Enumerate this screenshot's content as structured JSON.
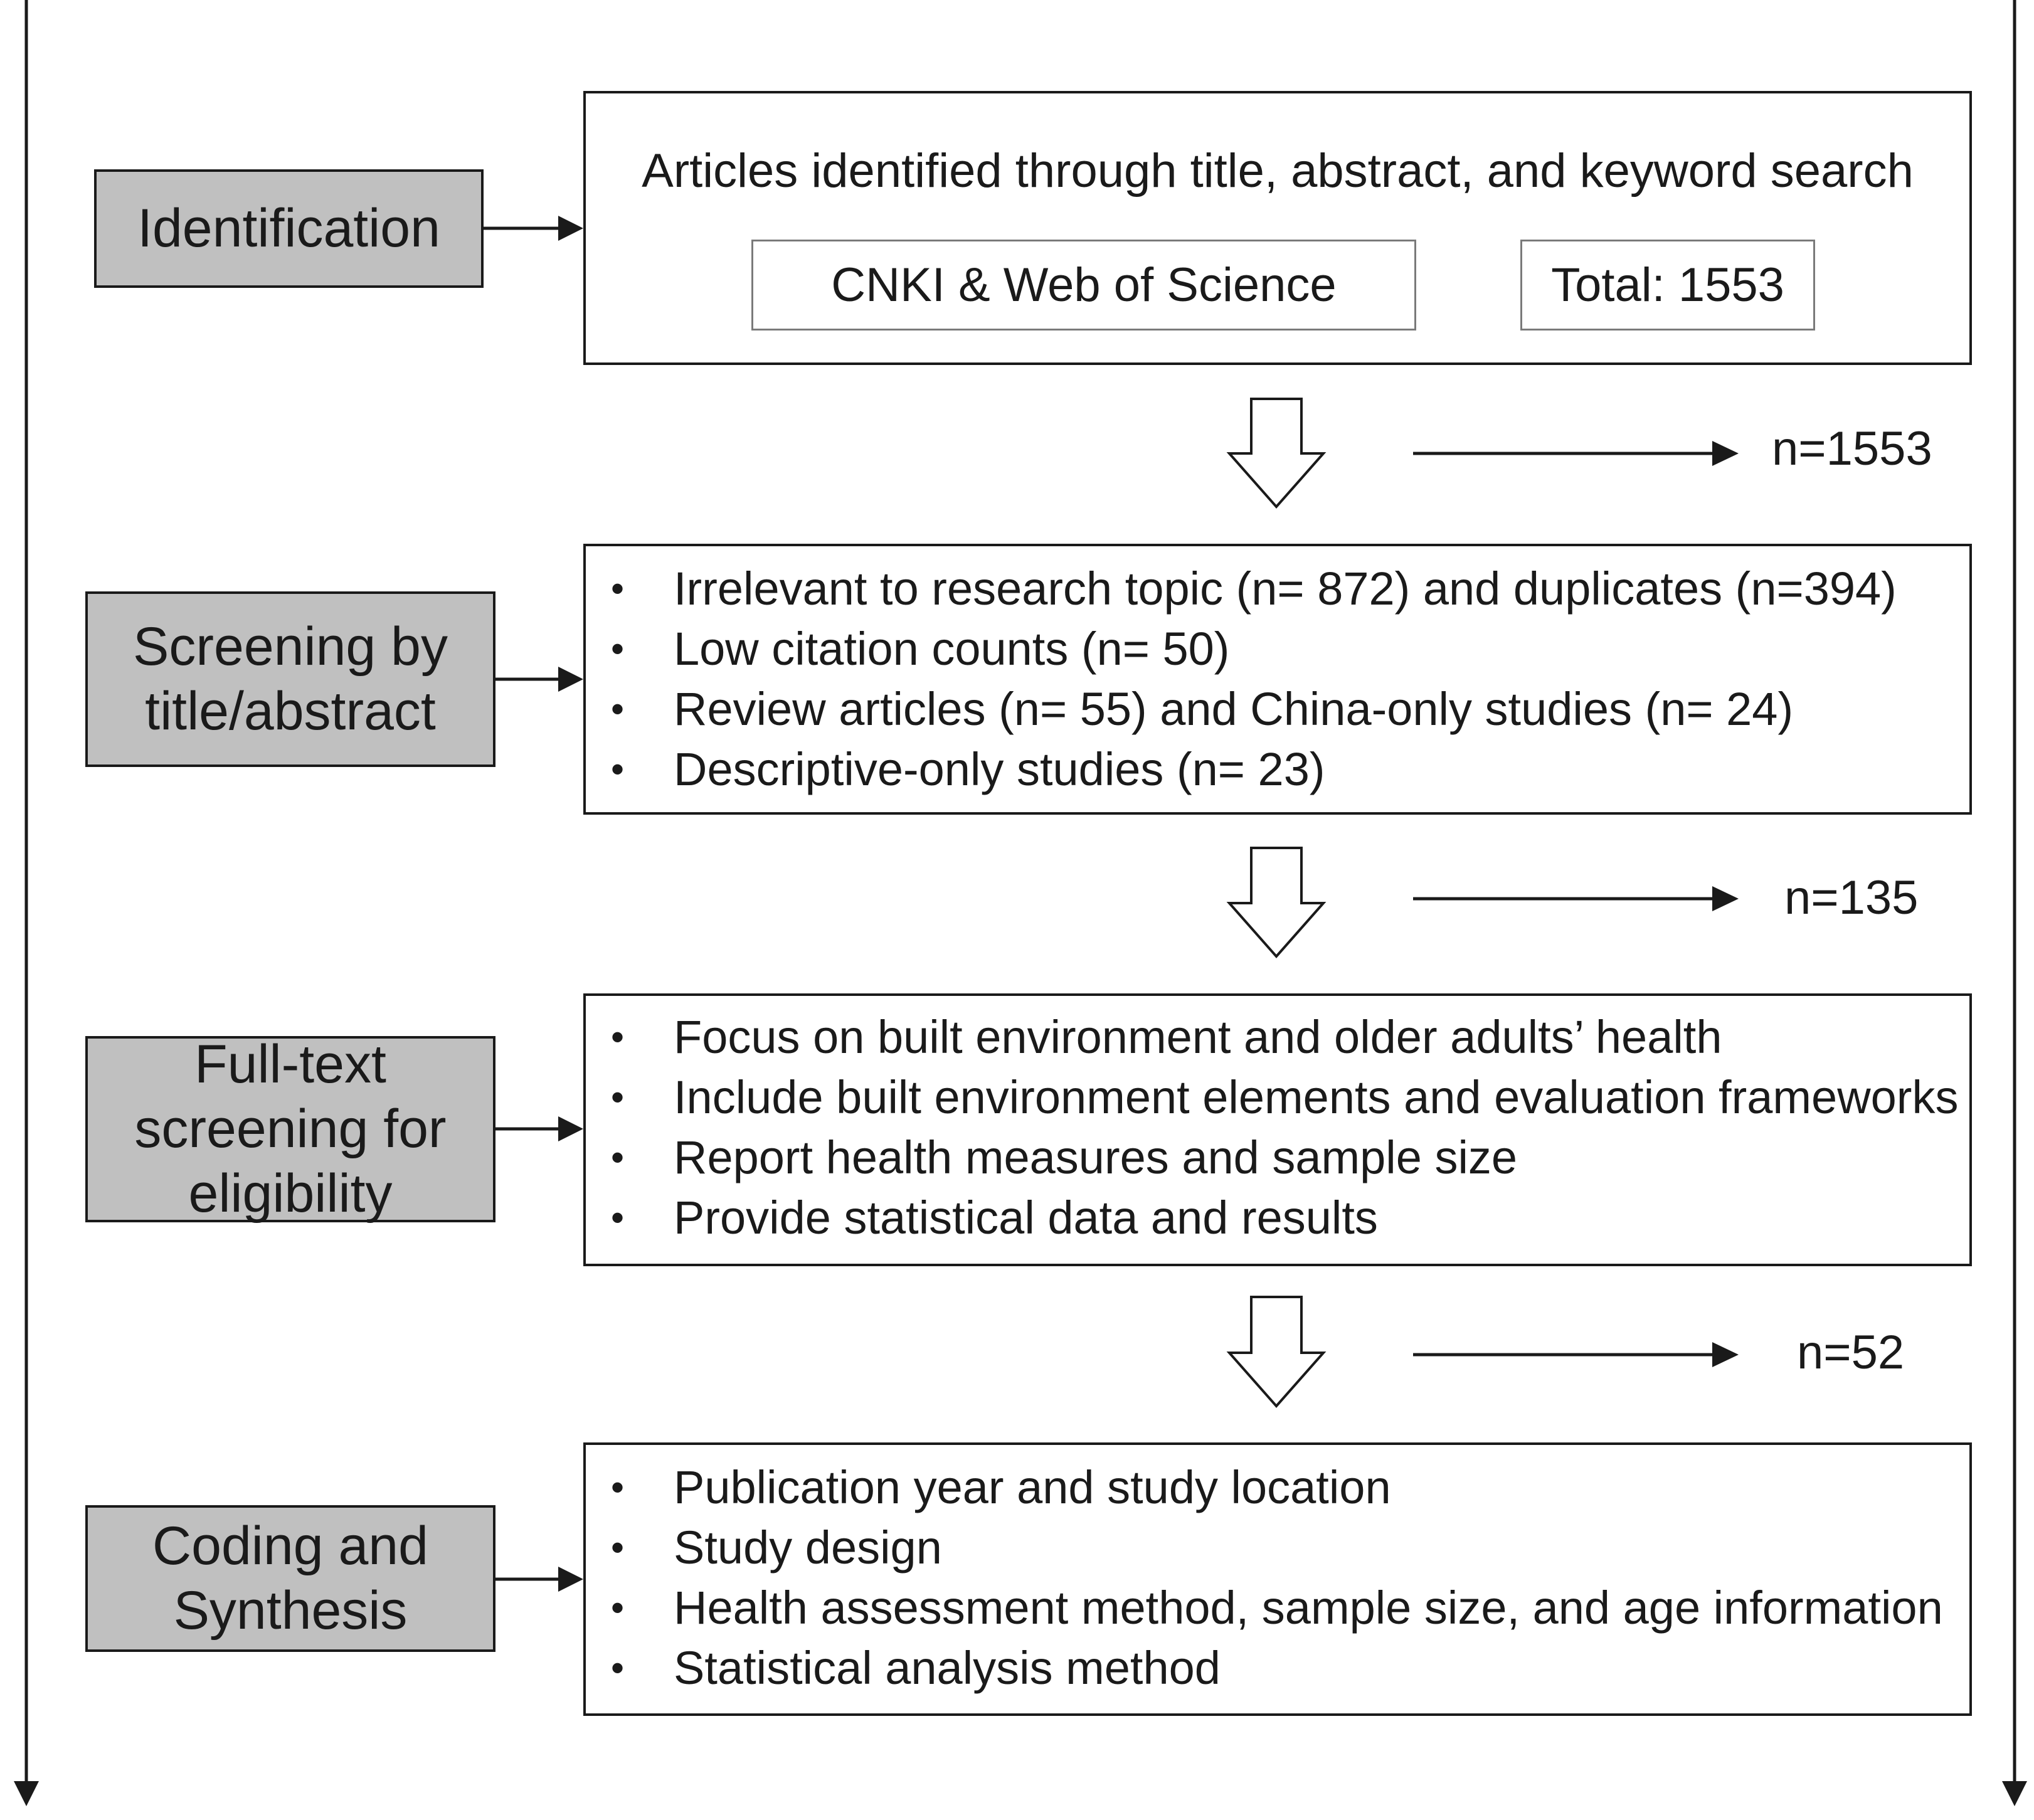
{
  "stages": [
    {
      "label": "Identification"
    },
    {
      "label": "Screening by\ntitle/abstract"
    },
    {
      "label": "Full-text\nscreening for\neligibility"
    },
    {
      "label": "Coding and\nSynthesis"
    }
  ],
  "identification": {
    "title": "Articles identified through title, abstract, and keyword search",
    "source": "CNKI & Web of Science",
    "total": "Total: 1553"
  },
  "screening": {
    "items": [
      "Irrelevant to research topic (n= 872) and duplicates (n=394)",
      "Low citation counts (n= 50)",
      "Review articles (n= 55) and China-only studies (n= 24)",
      "Descriptive-only studies (n= 23)"
    ]
  },
  "eligibility": {
    "items": [
      "Focus on built environment and older adults’ health",
      "Include built environment elements and evaluation frameworks",
      "Report health measures and sample size",
      "Provide statistical data and results"
    ]
  },
  "coding": {
    "items": [
      "Publication year and study location",
      "Study design",
      "Health assessment method, sample size, and age information",
      "Statistical analysis method"
    ]
  },
  "counts": [
    "n=1553",
    "n=135",
    "n=52"
  ]
}
